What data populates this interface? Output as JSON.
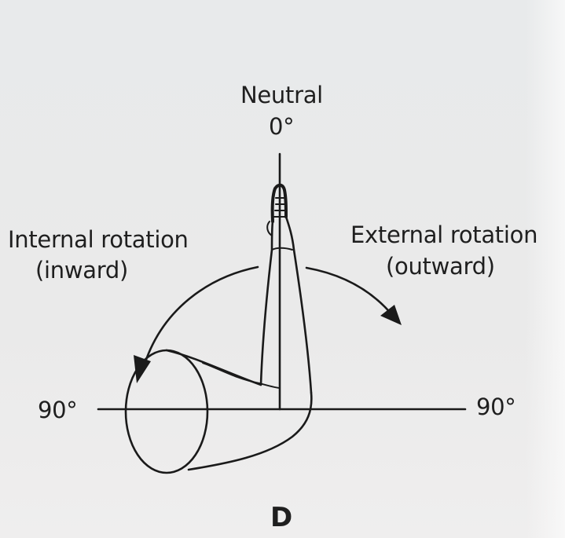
{
  "figure": {
    "top_label": "Neutral",
    "top_angle": "0°",
    "left_label_line1": "Internal rotation",
    "left_label_line2": "(inward)",
    "right_label_line1": "External rotation",
    "right_label_line2": "(outward)",
    "left_angle": "90°",
    "right_angle": "90°",
    "panel_letter": "D"
  }
}
